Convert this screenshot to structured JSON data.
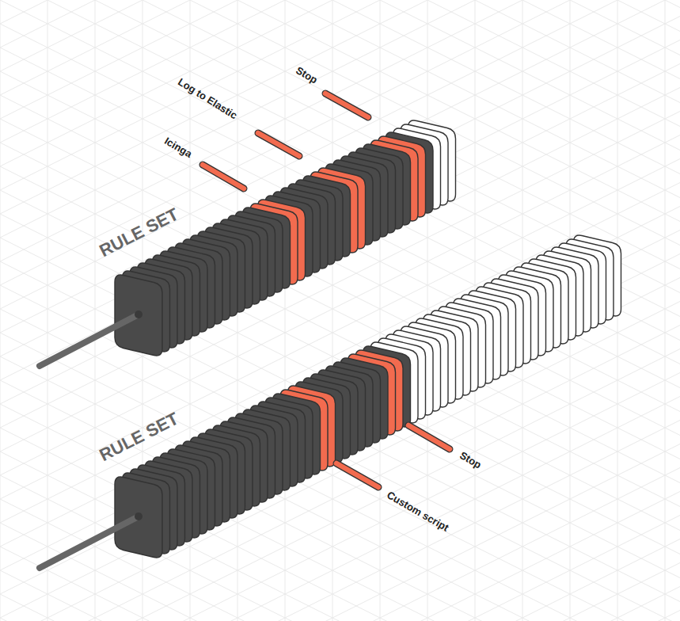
{
  "diagram": {
    "labels": [
      "RULE SET",
      "Icinga",
      "Log to Elastic",
      "Stop",
      "RULE SET",
      "Custom script",
      "Stop"
    ]
  }
}
